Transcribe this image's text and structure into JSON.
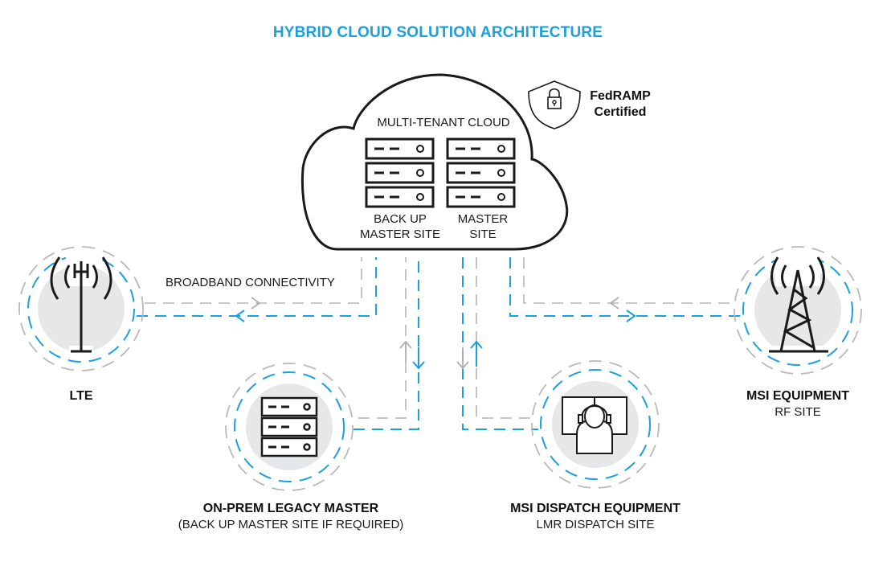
{
  "title": "HYBRID CLOUD SOLUTION ARCHITECTURE",
  "colors": {
    "accent": "#1aa0dc",
    "link_gray": "#b5b5b5",
    "disc": "#e6e7e8",
    "ink": "#1a1a1a"
  },
  "cloud": {
    "label": "MULTI-TENANT CLOUD",
    "stacks": [
      {
        "label_line1": "BACK UP",
        "label_line2": "MASTER SITE",
        "icon": "server-stack-icon"
      },
      {
        "label_line1": "MASTER",
        "label_line2": "SITE",
        "icon": "server-stack-icon"
      }
    ]
  },
  "certification": {
    "line1": "FedRAMP",
    "line2": "Certified",
    "icon": "shield-lock-icon"
  },
  "connection_label": "BROADBAND CONNECTIVITY",
  "nodes": {
    "lte": {
      "title": "LTE",
      "subtitle": "",
      "icon": "cell-tower-icon"
    },
    "on_prem": {
      "title": "ON-PREM LEGACY MASTER",
      "subtitle": "(BACK UP MASTER SITE IF REQUIRED)",
      "icon": "server-stack-icon"
    },
    "dispatch": {
      "title": "MSI DISPATCH EQUIPMENT",
      "subtitle": "LMR DISPATCH SITE",
      "icon": "dispatcher-headset-icon"
    },
    "rf_site": {
      "title": "MSI EQUIPMENT",
      "subtitle": "RF SITE",
      "icon": "radio-tower-icon"
    }
  }
}
